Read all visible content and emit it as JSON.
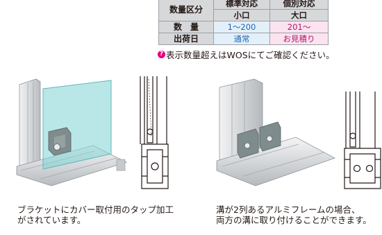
{
  "table": {
    "label_header": "数量区分",
    "standard_header": "標準対応",
    "individual_header": "個別対応",
    "standard_sub": "小口",
    "individual_sub": "大口",
    "rows": [
      {
        "label": "数　量",
        "standard": "1〜200",
        "individual": "201〜"
      },
      {
        "label": "出荷日",
        "standard": "通常",
        "individual": "お見積り"
      }
    ]
  },
  "note": {
    "icon": "warning-icon",
    "text": "表示数量超えはWOSにてご確認ください。"
  },
  "captions": {
    "left": [
      "ブラケットにカバー取付用のタップ加工",
      "がされています。"
    ],
    "right": [
      "溝が2列あるアルミフレームの場合、",
      "両方の溝に取り付けることができます。"
    ]
  },
  "colors": {
    "standard": "#1f66b3",
    "individual": "#b0166d",
    "header_bg": "#d7d8da",
    "glass": "#7fd3d4",
    "bracket": "#7f8c8d"
  }
}
